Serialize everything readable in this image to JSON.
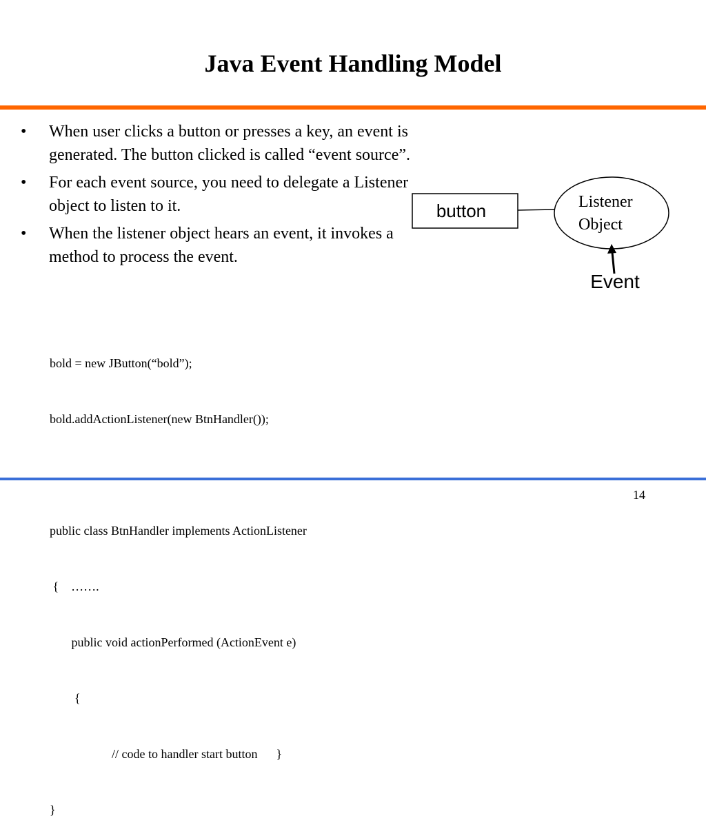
{
  "slide": {
    "title": "Java Event Handling Model",
    "page_number": "14"
  },
  "bullets": [
    {
      "text": "When user clicks a button or presses a key, an event is generated. The button clicked is called “event source”."
    },
    {
      "text": "For each event source, you need to delegate a Listener object to listen to it."
    },
    {
      "text": "When the listener object hears an event, it invokes a method to process the event."
    }
  ],
  "code": {
    "lines": [
      "bold = new JButton(“bold”);",
      "bold.addActionListener(new BtnHandler());",
      "",
      "public class BtnHandler implements ActionListener",
      " {    …….",
      "       public void actionPerformed (ActionEvent e)",
      "        {",
      "                    // code to handler start button      }",
      "}"
    ]
  },
  "diagram": {
    "button_label": "button",
    "listener_line1": "Listener",
    "listener_line2": "Object",
    "event_label": "Event",
    "colors": {
      "stroke": "#000000",
      "fill": "#ffffff"
    }
  },
  "theme": {
    "top_rule_color": "#ff6600",
    "bottom_rule_color": "#3a6fd8"
  }
}
